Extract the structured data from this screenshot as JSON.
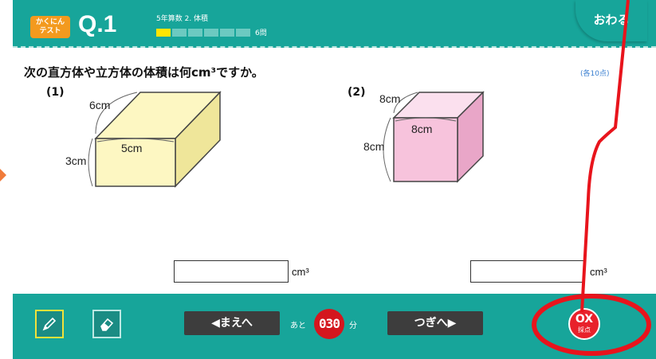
{
  "header": {
    "badge_line1": "かくにん",
    "badge_line2": "テスト",
    "question_number": "Q.1",
    "subject": "5年算数  2. 体積",
    "progress": {
      "current": 1,
      "total": 6
    },
    "question_count": "6問",
    "quit_label": "おわる"
  },
  "question": {
    "text": "次の直方体や立方体の体積は何cm³ですか。",
    "points": "(各10点)"
  },
  "problem1": {
    "label": "(1)",
    "depth": "6cm",
    "height": "3cm",
    "width": "5cm",
    "answer_value": "",
    "unit": "cm³",
    "color": "#fdf7c2"
  },
  "problem2": {
    "label": "(2)",
    "depth": "8cm",
    "height": "8cm",
    "width": "8cm",
    "answer_value": "",
    "unit": "cm³",
    "color": "#f7c3dc"
  },
  "toolbar": {
    "prev_label": "◀まえへ",
    "next_label": "つぎへ▶",
    "remain_prefix": "あと",
    "timer_value": "030",
    "timer_suffix": "分",
    "grade_symbol": "OX",
    "grade_label": "採点"
  },
  "colors": {
    "teal": "#17a59a",
    "accent_orange": "#f39a1e",
    "progress_on": "#ffe500",
    "timer_red": "#d4161e",
    "annotation_red": "#e8141c"
  }
}
